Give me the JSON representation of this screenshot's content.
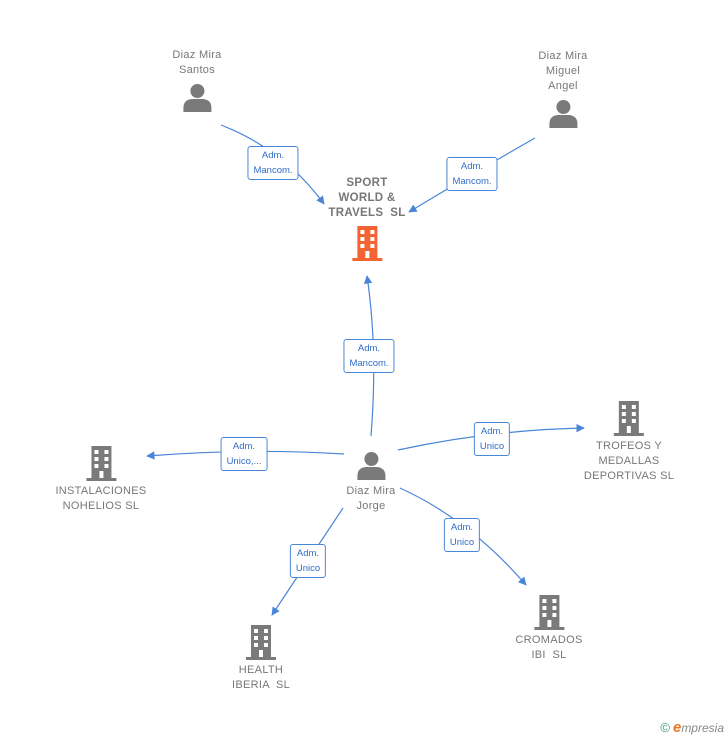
{
  "nodes": {
    "sport_world": {
      "label": "SPORT\nWORLD &\nTRAVELS  SL",
      "type": "company",
      "color": "#f26533"
    },
    "santos": {
      "label": "Diaz Mira\nSantos",
      "type": "person",
      "color": "#7a7a7a"
    },
    "miguel": {
      "label": "Diaz Mira\nMiguel\nAngel",
      "type": "person",
      "color": "#7a7a7a"
    },
    "jorge": {
      "label": "Diaz Mira\nJorge",
      "type": "person",
      "color": "#7a7a7a"
    },
    "instalaciones": {
      "label": "INSTALACIONES\nNOHELIOS SL",
      "type": "company",
      "color": "#7a7a7a"
    },
    "trofeos": {
      "label": "TROFEOS Y\nMEDALLAS\nDEPORTIVAS SL",
      "type": "company",
      "color": "#7a7a7a"
    },
    "health": {
      "label": "HEALTH\nIBERIA  SL",
      "type": "company",
      "color": "#7a7a7a"
    },
    "cromados": {
      "label": "CROMADOS\nIBI  SL",
      "type": "company",
      "color": "#7a7a7a"
    }
  },
  "edges": [
    {
      "from": "santos",
      "to": "sport_world",
      "label": "Adm.\nMancom."
    },
    {
      "from": "miguel",
      "to": "sport_world",
      "label": "Adm.\nMancom."
    },
    {
      "from": "jorge",
      "to": "sport_world",
      "label": "Adm.\nMancom."
    },
    {
      "from": "jorge",
      "to": "instalaciones",
      "label": "Adm.\nUnico,..."
    },
    {
      "from": "jorge",
      "to": "trofeos",
      "label": "Adm.\nUnico"
    },
    {
      "from": "jorge",
      "to": "health",
      "label": "Adm.\nUnico"
    },
    {
      "from": "jorge",
      "to": "cromados",
      "label": "Adm.\nUnico"
    }
  ],
  "colors": {
    "edge": "#4a86d8",
    "edge_text": "#2f6cc8"
  },
  "watermark": {
    "symbol": "©",
    "brand_initial": "e",
    "brand_rest": "mpresia"
  }
}
